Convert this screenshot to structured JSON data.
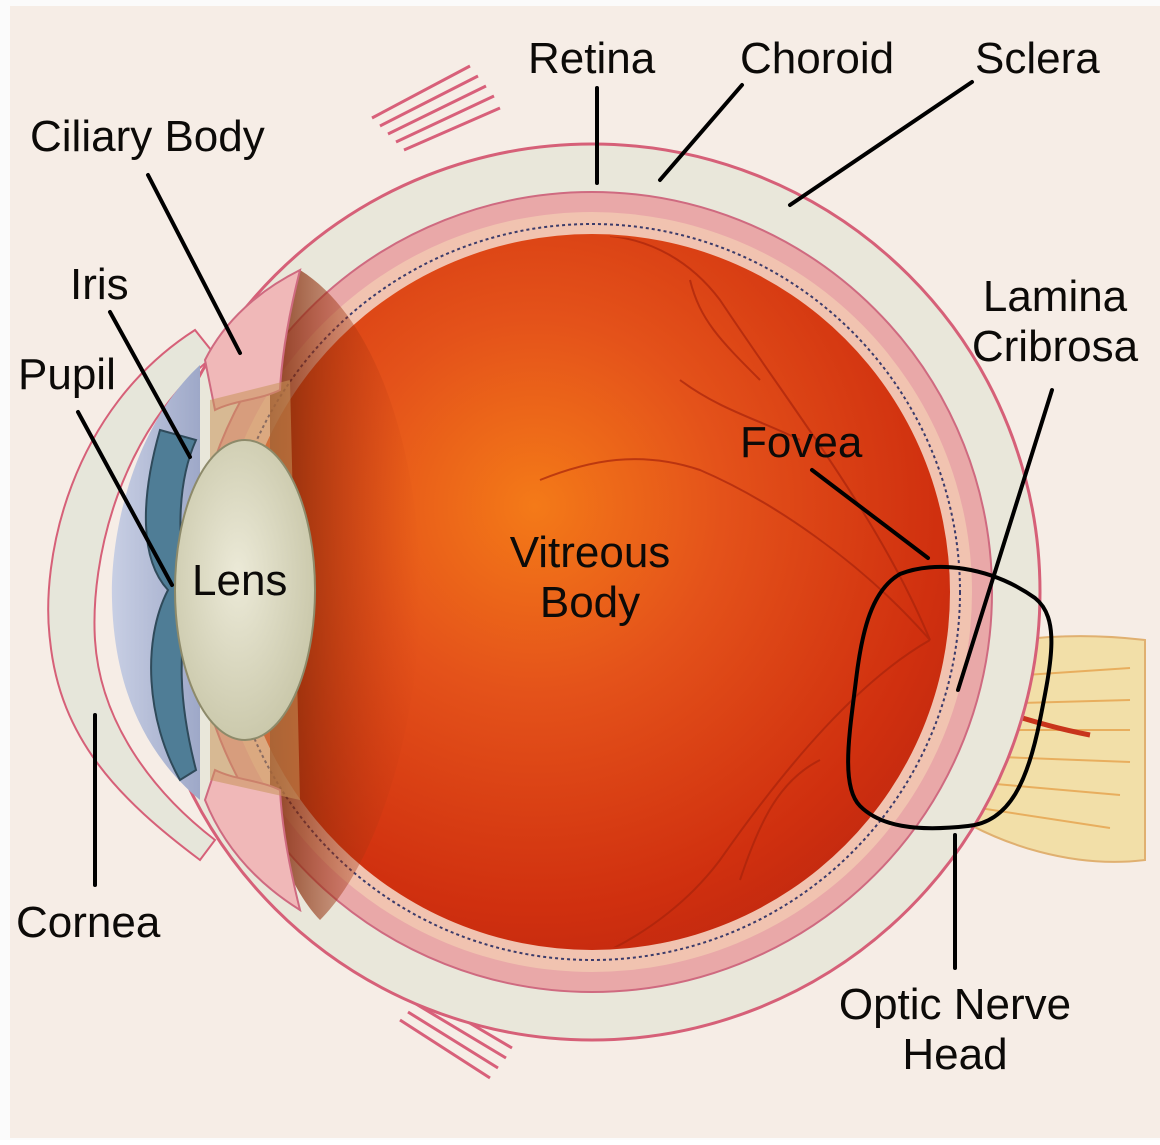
{
  "labels": {
    "retina": "Retina",
    "choroid": "Choroid",
    "sclera": "Sclera",
    "ciliary_body": "Ciliary Body",
    "iris": "Iris",
    "pupil": "Pupil",
    "lamina_line1": "Lamina",
    "lamina_line2": "Cribrosa",
    "fovea": "Fovea",
    "lens": "Lens",
    "vitreous_line1": "Vitreous",
    "vitreous_line2": "Body",
    "cornea": "Cornea",
    "onh_line1": "Optic Nerve",
    "onh_line2": "Head"
  },
  "colors": {
    "background": "#f7eee6",
    "vitreous": "#d9330f",
    "sclera": "#ebe8dc",
    "choroid": "#e8a6a6",
    "lens": "#dcdcc4",
    "iris": "#4f7d96"
  }
}
